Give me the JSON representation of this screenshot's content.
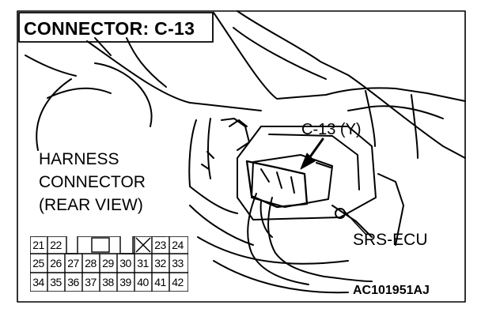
{
  "title": "CONNECTOR: C-13",
  "labels": {
    "connector_id": "C-13 (Y)",
    "harness_line1": "HARNESS",
    "harness_line2": "CONNECTOR",
    "harness_line3": "(REAR VIEW)",
    "ecu": "SRS-ECU",
    "figure_code": "AC101951AJ"
  },
  "pins": {
    "row1": [
      "21",
      "22",
      "",
      "",
      "",
      "",
      "X",
      "23",
      "24"
    ],
    "row2": [
      "25",
      "26",
      "27",
      "28",
      "29",
      "30",
      "31",
      "32",
      "33"
    ],
    "row3": [
      "34",
      "35",
      "36",
      "37",
      "38",
      "39",
      "40",
      "41",
      "42"
    ]
  },
  "colors": {
    "line": "#000000",
    "background": "#ffffff"
  }
}
